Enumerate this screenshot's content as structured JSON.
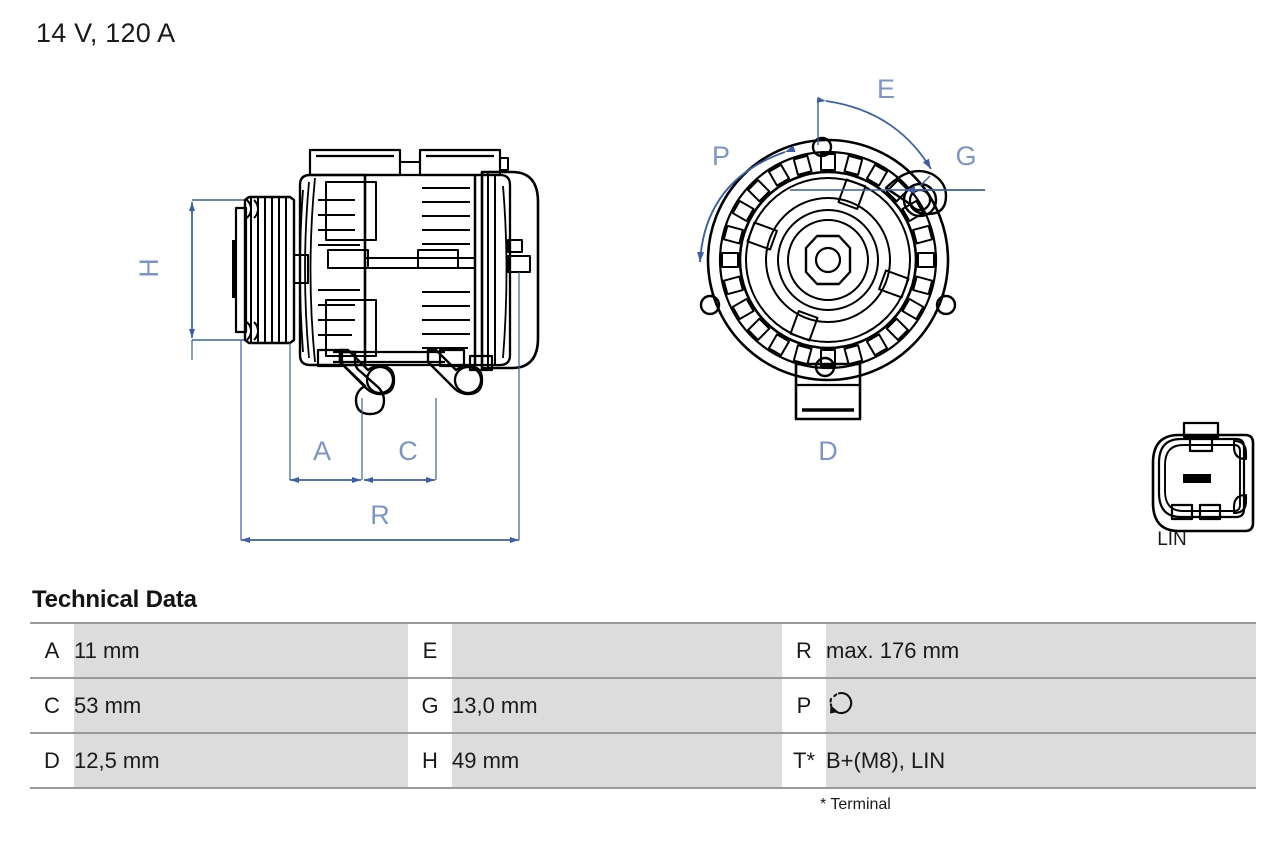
{
  "header": {
    "title": "14 V, 120 A"
  },
  "drawing": {
    "side_view": {
      "name": "alternator-side-view",
      "dimension_labels": {
        "h": "H",
        "a": "A",
        "c": "C",
        "r": "R"
      }
    },
    "front_view": {
      "name": "alternator-front-view",
      "dimension_labels": {
        "e": "E",
        "g": "G",
        "p": "P",
        "d": "D"
      }
    },
    "connector": {
      "name": "lin-connector",
      "label": "LIN"
    }
  },
  "tech_data": {
    "title": "Technical Data",
    "footnote": "* Terminal",
    "rows": [
      {
        "col1_key": "A",
        "col1_value": "11 mm",
        "col2_key": "E",
        "col2_value": "",
        "col3_key": "R",
        "col3_value": "max. 176 mm"
      },
      {
        "col1_key": "C",
        "col1_value": "53 mm",
        "col2_key": "G",
        "col2_value": "13,0 mm",
        "col3_key": "P",
        "col3_value": ""
      },
      {
        "col1_key": "D",
        "col1_value": "12,5 mm",
        "col2_key": "H",
        "col2_value": "49 mm",
        "col3_key": "T*",
        "col3_value": "B+(M8), LIN"
      }
    ],
    "rotation_icon": "rotation-direction-icon"
  },
  "colors": {
    "dimension_line": "#3a5fa8",
    "dimension_text": "#7d95c4",
    "row_fill": "#dcdcdc",
    "rule": "#9a9a9a",
    "ink": "#1a1a1a"
  }
}
